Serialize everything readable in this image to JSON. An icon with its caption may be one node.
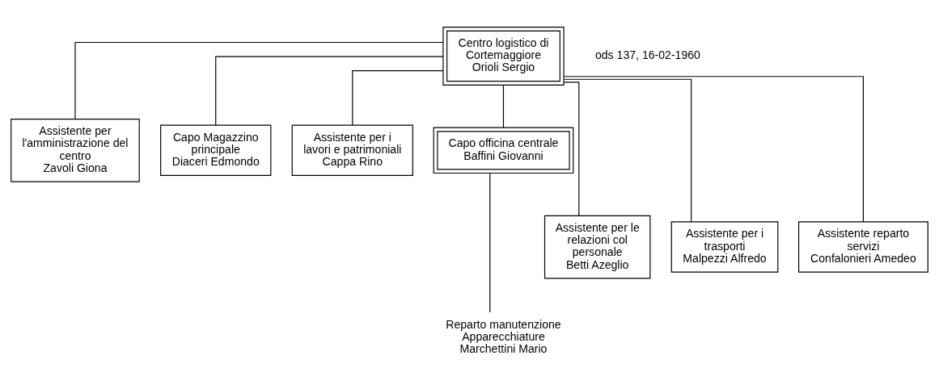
{
  "diagram": {
    "nodes": [
      {
        "text": [
          "Centro logistico di Cortemaggiore",
          "Orioli Sergio"
        ]
      },
      {
        "text": [
          "Assistente per l'amministrazione del centro",
          "Zavoli Giona"
        ]
      },
      {
        "text": [
          "Capo Magazzino principale",
          "Diaceri Edmondo"
        ]
      },
      {
        "text": [
          "Assistente per i lavori e patrimoniali",
          "Cappa Rino"
        ]
      },
      {
        "text": [
          "Capo officina centrale",
          "Baffini Giovanni"
        ]
      },
      {
        "text": [
          "Assistente per le relazioni col personale",
          "Betti Azeglio"
        ]
      },
      {
        "text": [
          "Assistente per i trasporti",
          "Malpezzi Alfredo"
        ]
      },
      {
        "text": [
          "Assistente reparto servizi",
          "Confalonieri Amedeo"
        ]
      },
      {
        "text": [
          "Reparto manutenzione Apparecchiature",
          "Marchettini Mario"
        ]
      }
    ],
    "edges": [
      {
        "from": 0,
        "to": 1,
        "arrow": "none"
      },
      {
        "from": 0,
        "to": 2,
        "arrow": "none"
      },
      {
        "from": 0,
        "to": 3,
        "arrow": "none"
      },
      {
        "from": 0,
        "to": 4,
        "arrow": "none"
      },
      {
        "from": 0,
        "to": 5,
        "arrow": "none"
      },
      {
        "from": 0,
        "to": 6,
        "arrow": "none"
      },
      {
        "from": 0,
        "to": 7,
        "arrow": "none"
      },
      {
        "from": 4,
        "to": 8,
        "arrow": "none"
      }
    ],
    "labels": [
      "ods 137, 16-02-1960"
    ]
  }
}
